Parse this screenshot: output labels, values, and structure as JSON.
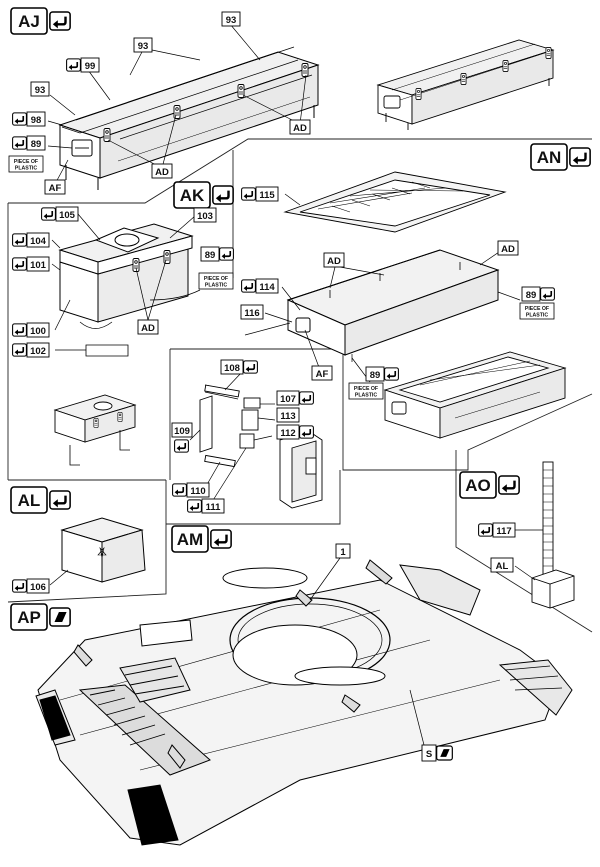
{
  "steps": {
    "aj": "AJ",
    "ak": "AK",
    "al": "AL",
    "am": "AM",
    "an": "AN",
    "ao": "AO",
    "ap": "AP"
  },
  "callouts": {
    "aj_93_top": "93",
    "aj_93_mid": "93",
    "aj_93_left": "93",
    "aj_99": "99",
    "aj_98": "98",
    "aj_89": "89",
    "aj_piece": [
      "PIECE OF",
      "PLASTIC"
    ],
    "aj_ad_right": "AD",
    "aj_ad_bottom": "AD",
    "aj_af": "AF",
    "ak_105": "105",
    "ak_104": "104",
    "ak_101": "101",
    "ak_103": "103",
    "ak_89": "89",
    "ak_piece": [
      "PIECE OF",
      "PLASTIC"
    ],
    "ak_100": "100",
    "ak_102": "102",
    "ak_ad": "AD",
    "an_115": "115",
    "an_ad_right": "AD",
    "an_ad_left": "AD",
    "an_114": "114",
    "an_116": "116",
    "an_89_right": "89",
    "an_piece_right": [
      "PIECE OF",
      "PLASTIC"
    ],
    "an_89_bottom": "89",
    "an_piece_bottom": [
      "PIECE OF",
      "PLASTIC"
    ],
    "an_af": "AF",
    "am_108": "108",
    "am_107": "107",
    "am_113": "113",
    "am_112": "112",
    "am_109": "109",
    "am_110": "110",
    "am_111": "111",
    "al_106": "106",
    "ao_117": "117",
    "ao_al": "AL",
    "ap_1": "1",
    "ap_s": "S"
  }
}
